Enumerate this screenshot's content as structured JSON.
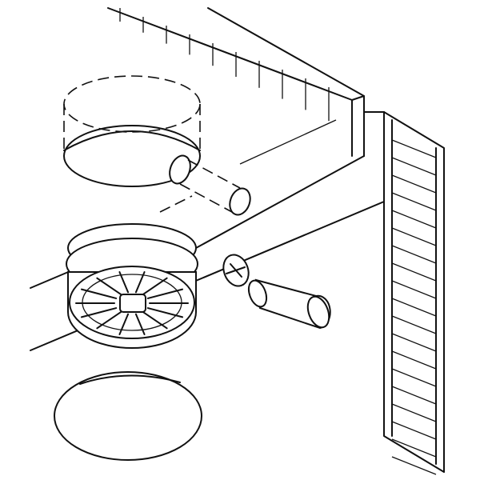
{
  "colors": {
    "line": "#111111",
    "background": "#ffffff"
  },
  "parts": [
    "shelf-panel",
    "side-panel",
    "cam-housing-outline",
    "dowel-hole",
    "cam-connector-wheel",
    "connector-bolt",
    "cover-cap"
  ]
}
